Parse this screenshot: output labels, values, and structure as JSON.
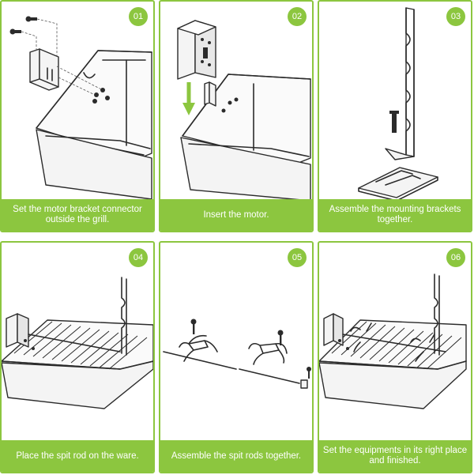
{
  "steps": [
    {
      "number": "01",
      "caption": "Set the motor bracket connector outside the grill."
    },
    {
      "number": "02",
      "caption": "Insert the motor."
    },
    {
      "number": "03",
      "caption": "Assemble the mounting brackets together."
    },
    {
      "number": "04",
      "caption": "Place the spit rod on the ware."
    },
    {
      "number": "05",
      "caption": "Assemble the spit rods together."
    },
    {
      "number": "06",
      "caption": "Set the equipments in its right place and finished."
    }
  ],
  "colors": {
    "accent": "#8cc63f",
    "arrow": "#8cc63f",
    "line": "#2b2b2b"
  }
}
